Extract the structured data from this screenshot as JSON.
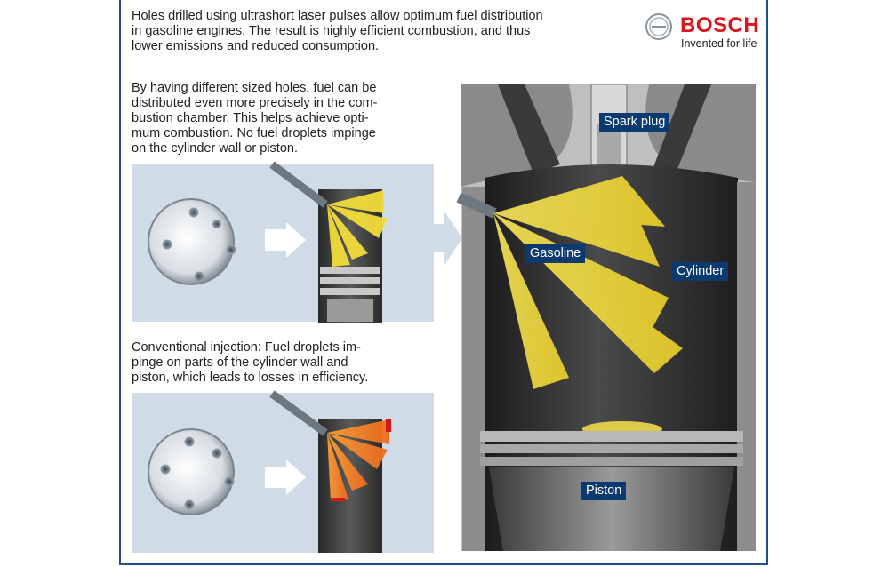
{
  "intro_text": "Holes drilled using ultrashort laser pulses allow optimum fuel distribution\nin gasoline engines. The result is highly efficient combustion, and thus\nlower emissions and reduced consumption.",
  "logo": {
    "brand": "BOSCH",
    "tagline": "Invented for life",
    "brand_color": "#d9141c"
  },
  "laser_text": "By having different sized holes, fuel can be\ndistributed even more precisely in the com-\nbustion chamber. This helps achieve opti-\nmum combustion. No fuel droplets impinge\non the cylinder wall or piston.",
  "conventional_text": "Conventional injection: Fuel droplets im-\npinge on parts of the cylinder wall and\npiston, which leads to losses in efficiency.",
  "labels": {
    "spark_plug": "Spark plug",
    "gasoline": "Gasoline",
    "cylinder": "Cylinder",
    "piston": "Piston"
  },
  "colors": {
    "panel_bg": "#cfdce8",
    "spray_yellow": "#f2dc3a",
    "spray_orange": "#f28a2a",
    "label_bg": "#0b3a70",
    "frame": "#1f4f86"
  }
}
